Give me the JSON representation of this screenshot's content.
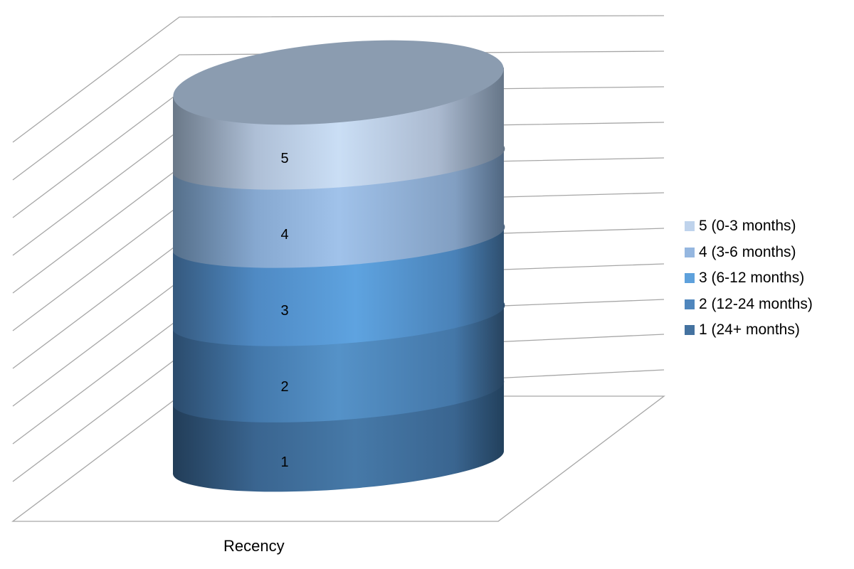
{
  "chart_data": {
    "type": "bar",
    "subtype": "3d-stacked-cylinder",
    "title": "",
    "categories": [
      "Recency"
    ],
    "xlabel": "Recency",
    "ylabel": "",
    "grid": true,
    "gridlines": 10,
    "legend_position": "right",
    "series": [
      {
        "name": "1 (24+ months)",
        "label": "1",
        "values": [
          1
        ],
        "color": "#4472a0"
      },
      {
        "name": "2 (12-24 months)",
        "label": "2",
        "values": [
          1
        ],
        "color": "#4f86bd"
      },
      {
        "name": "3 (6-12 months)",
        "label": "3",
        "values": [
          1
        ],
        "color": "#5ea1dc"
      },
      {
        "name": "4 (3-6 months)",
        "label": "4",
        "values": [
          1
        ],
        "color": "#95b7e0"
      },
      {
        "name": "5 (0-3 months)",
        "label": "5",
        "values": [
          1
        ],
        "color": "#bfd3ec"
      }
    ]
  },
  "legend": {
    "items": [
      {
        "label": "5 (0-3 months)",
        "color": "#bfd3ec"
      },
      {
        "label": "4 (3-6 months)",
        "color": "#95b7e0"
      },
      {
        "label": "3 (6-12 months)",
        "color": "#5ea1dc"
      },
      {
        "label": "2 (12-24 months)",
        "color": "#4f86bd"
      },
      {
        "label": "1 (24+ months)",
        "color": "#4472a0"
      }
    ]
  },
  "axis": {
    "category_label": "Recency"
  },
  "data_labels": [
    "5",
    "4",
    "3",
    "2",
    "1"
  ]
}
